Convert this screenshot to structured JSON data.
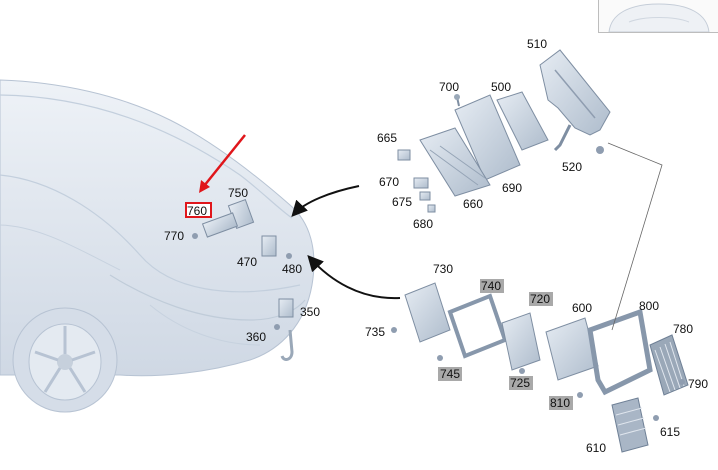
{
  "callouts": {
    "p510": "510",
    "p700": "700",
    "p500": "500",
    "p665": "665",
    "p670": "670",
    "p675": "675",
    "p660": "660",
    "p690": "690",
    "p680": "680",
    "p520": "520",
    "p750": "750",
    "p760": "760",
    "p770": "770",
    "p470": "470",
    "p480": "480",
    "p350": "350",
    "p360": "360",
    "p730": "730",
    "p740": "740",
    "p720": "720",
    "p600": "600",
    "p800": "800",
    "p780": "780",
    "p735": "735",
    "p745": "745",
    "p725": "725",
    "p810": "810",
    "p790": "790",
    "p610": "610",
    "p615": "615"
  },
  "highlighted_part": "760",
  "colors": {
    "highlight_box": "#e0161b",
    "pointer_arrow": "#e0161b",
    "shaded_label_bg": "#a9a9a9",
    "car_body": "#dde5ef",
    "part_fill": "#c9d3df"
  },
  "icons": {
    "pointer": "red-arrow-icon",
    "thumbnail": "car-thumbnail-icon"
  }
}
